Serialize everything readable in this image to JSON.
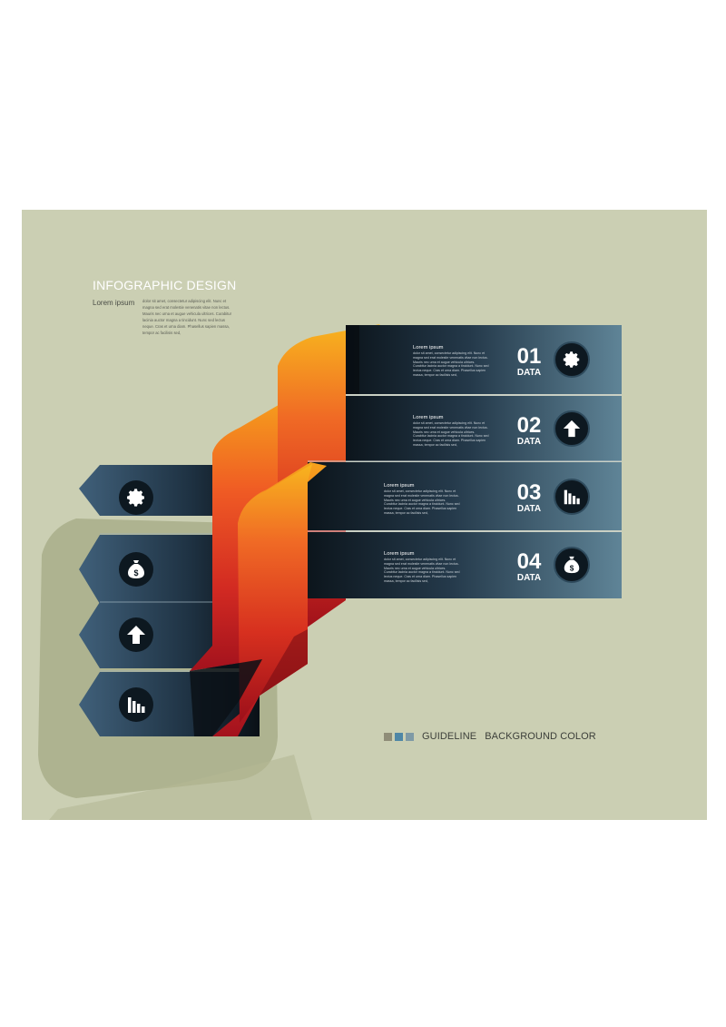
{
  "heading": {
    "title": "INFOGRAPHIC DESIGN",
    "label": "Lorem ipsum",
    "body": "dolor sit amet, consectetur adipiscing elit. Nunc et magna sed erat molestie venenatis vitae non lectus. Mauris nec urna et augue vehicula ultrices. Curabitur lacinia auctor magna a tincidunt. Nunc sed lectus neque. Cras et urna diam. Phasellus sapien massa, tempor ac facilisis sed,"
  },
  "rows": [
    {
      "heading": "Lorem ipsum",
      "body": "dolor sit amet, consectetur adipiscing elit. Nunc et magna sed erat molestie venenatis vitae non lectus. Mauris nec urna et augue vehicula ultrices. Curabitur lacinia auctor magna a tincidunt. Nunc sed lectus neque. Cras et urna diam. Phasellus sapien massa, tempor ac facilisis sed,",
      "number": "01",
      "label": "DATA",
      "icon": "gear-icon"
    },
    {
      "heading": "Lorem ipsum",
      "body": "dolor sit amet, consectetur adipiscing elit. Nunc et magna sed erat molestie venenatis vitae non lectus. Mauris nec urna et augue vehicula ultrices. Curabitur lacinia auctor magna a tincidunt. Nunc sed lectus neque. Cras et urna diam. Phasellus sapien massa, tempor ac facilisis sed,",
      "number": "02",
      "label": "DATA",
      "icon": "arrow-up-icon"
    },
    {
      "heading": "Lorem ipsum",
      "body": "dolor sit amet, consectetur adipiscing elit. Nunc et magna sed erat molestie venenatis vitae non lectus. Mauris nec urna et augue vehicula ultrices. Curabitur lacinia auctor magna a tincidunt. Nunc sed lectus neque. Cras et urna diam. Phasellus sapien massa, tempor ac facilisis sed,",
      "number": "03",
      "label": "DATA",
      "icon": "bar-chart-icon"
    },
    {
      "heading": "Lorem ipsum",
      "body": "dolor sit amet, consectetur adipiscing elit. Nunc et magna sed erat molestie venenatis vitae non lectus. Mauris nec urna et augue vehicula ultrices. Curabitur lacinia auctor magna a tincidunt. Nunc sed lectus neque. Cras et urna diam. Phasellus sapien massa, tempor ac facilisis sed,",
      "number": "04",
      "label": "DATA",
      "icon": "money-bag-icon"
    }
  ],
  "left_arrows": [
    {
      "icon": "gear-icon"
    },
    {
      "icon": "money-bag-icon"
    },
    {
      "icon": "arrow-up-icon"
    },
    {
      "icon": "bar-chart-icon"
    }
  ],
  "guideline": {
    "label": "GUIDELINE",
    "text": "BACKGROUND COLOR",
    "swatches": [
      "#8f8d78",
      "#4f87a6",
      "#7f9aa6"
    ]
  },
  "colors": {
    "background": "#cbcfb3",
    "bar_dark": "#0c151c",
    "bar_light": "#5f8497",
    "ribbon_top": "#f6a21c",
    "ribbon_bottom": "#a3121d"
  }
}
